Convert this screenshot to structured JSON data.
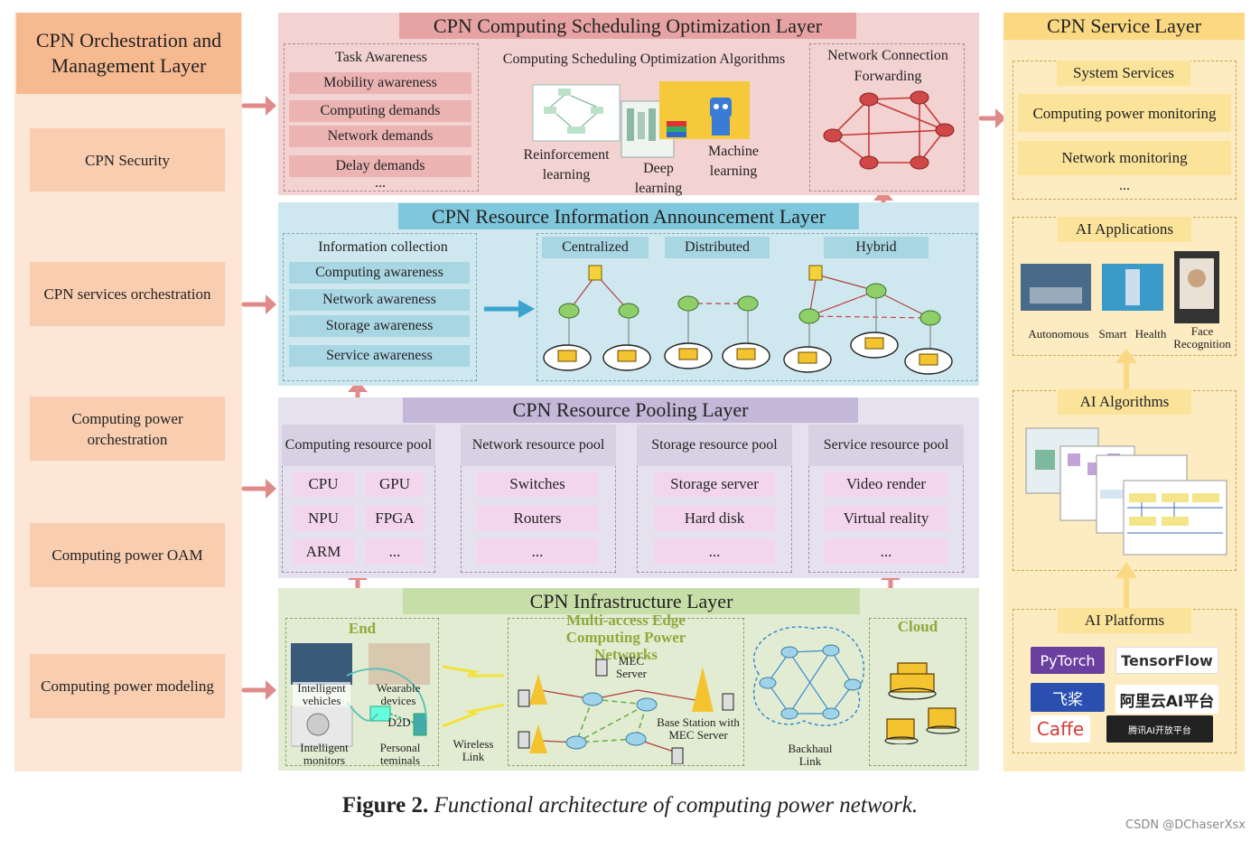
{
  "orchestration": {
    "title": "CPN Orchestration and Management Layer",
    "items": [
      "CPN Security",
      "CPN services orchestration",
      "Computing power orchestration",
      "Computing power OAM",
      "Computing power modeling"
    ]
  },
  "scheduling": {
    "title": "CPN Computing Scheduling Optimization Layer",
    "task_title": "Task Awareness",
    "tasks": [
      "Mobility awareness",
      "Computing demands",
      "Network demands",
      "Delay demands",
      "..."
    ],
    "algorithms_title": "Computing Scheduling Optimization Algorithms",
    "algorithms": [
      "Reinforcement learning",
      "Deep learning",
      "Machine learning"
    ],
    "forwarding_title": "Network Connection Forwarding"
  },
  "resinfo": {
    "title": "CPN Resource Information Announcement Layer",
    "collection_title": "Information collection",
    "items": [
      "Computing awareness",
      "Network awareness",
      "Storage awareness",
      "Service awareness"
    ],
    "modes": [
      "Centralized",
      "Distributed",
      "Hybrid"
    ]
  },
  "pooling": {
    "title": "CPN Resource Pooling Layer",
    "pools": [
      {
        "title": "Computing resource pool",
        "cells": [
          "CPU",
          "GPU",
          "NPU",
          "FPGA",
          "ARM",
          "..."
        ]
      },
      {
        "title": "Network resource pool",
        "cells": [
          "Switches",
          "Routers",
          "..."
        ]
      },
      {
        "title": "Storage resource pool",
        "cells": [
          "Storage server",
          "Hard disk",
          "..."
        ]
      },
      {
        "title": "Service resource pool",
        "cells": [
          "Video render",
          "Virtual reality",
          "..."
        ]
      }
    ]
  },
  "infra": {
    "title": "CPN Infrastructure Layer",
    "end_title": "End",
    "end_items": [
      "Intelligent vehicles",
      "Wearable devices",
      "D2D",
      "Intelligent monitors",
      "Personal teminals"
    ],
    "wireless": "Wireless Link",
    "mec_title": "Multi-access Edge Computing Power Networks",
    "mec_server": "MEC Server",
    "base_station": "Base Station with MEC Server",
    "backhaul": "Backhaul Link",
    "cloud_title": "Cloud"
  },
  "service": {
    "title": "CPN Service Layer",
    "system_title": "System Services",
    "system_items": [
      "Computing power monitoring",
      "Network monitoring",
      "..."
    ],
    "ai_apps_title": "AI Applications",
    "ai_apps": [
      "Autonomous",
      "Smart",
      "Health",
      "Face Recognition"
    ],
    "ai_algorithms_title": "AI Algorithms",
    "ai_platforms_title": "AI Platforms",
    "platforms": [
      "PyTorch",
      "TensorFlow",
      "飞桨",
      "阿里云AI平台",
      "Caffe",
      "腾讯AI开放平台"
    ]
  },
  "caption": {
    "label": "Figure 2.",
    "text": "Functional architecture of computing power network."
  },
  "watermark": "CSDN @DChaserXsx",
  "colors": {
    "arrow": "#e08a8a",
    "blue_arrow": "#3aa3cf",
    "gold_arrow": "#fbd882"
  }
}
